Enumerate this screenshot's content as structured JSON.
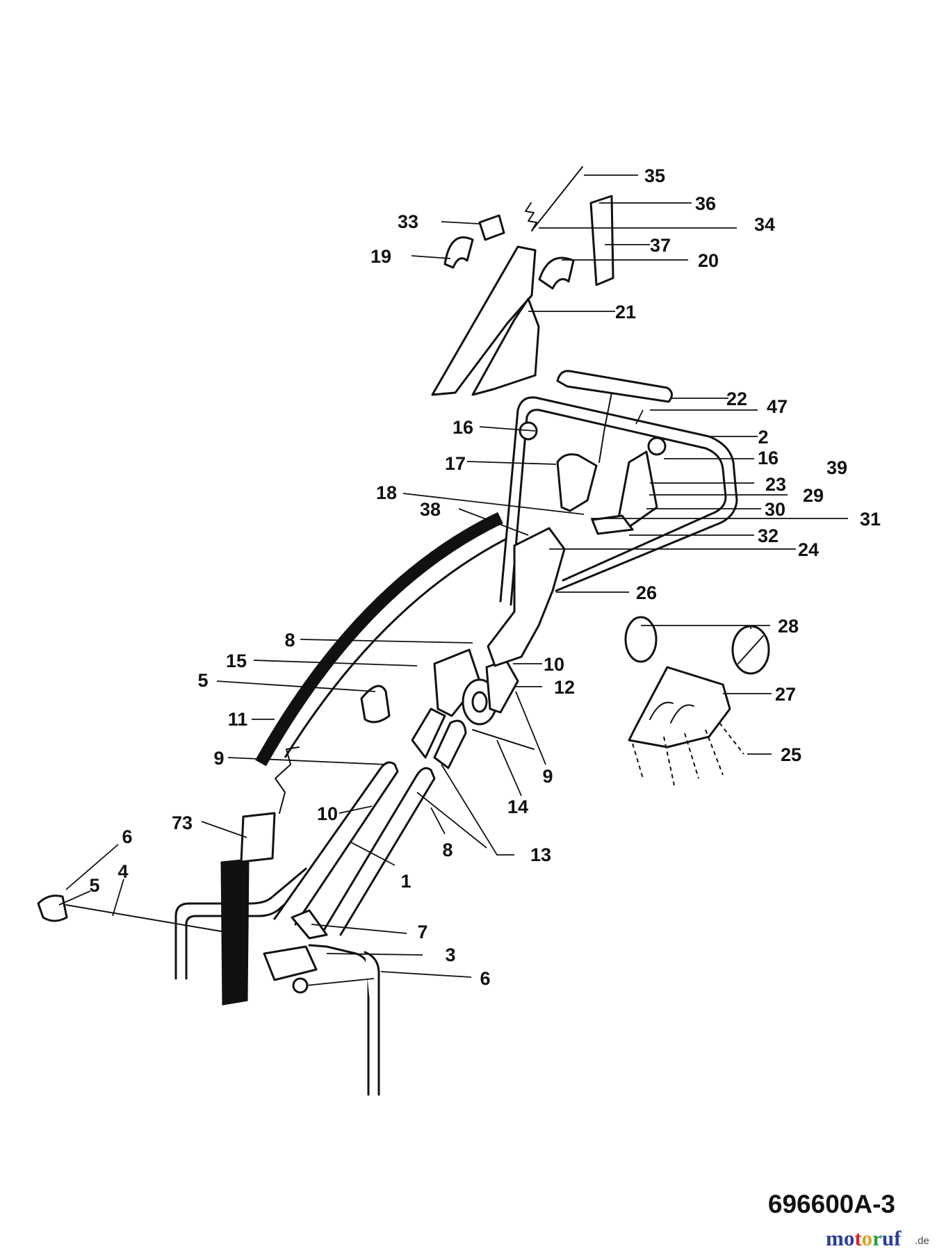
{
  "diagram": {
    "reference_number": "696600A-3",
    "brand": {
      "name": "motoruf",
      "suffix": ".de",
      "colors": [
        "#2a3f9e",
        "#d4262a",
        "#e0a21b",
        "#2a9e4a"
      ]
    },
    "callouts": [
      "35",
      "36",
      "33",
      "34",
      "37",
      "19",
      "20",
      "21",
      "22",
      "47",
      "16",
      "2",
      "16",
      "17",
      "39",
      "23",
      "18",
      "29",
      "38",
      "30",
      "31",
      "32",
      "24",
      "26",
      "28",
      "8",
      "10",
      "15",
      "12",
      "5",
      "27",
      "11",
      "9",
      "25",
      "9",
      "14",
      "10",
      "73",
      "8",
      "13",
      "6",
      "1",
      "4",
      "5",
      "7",
      "3",
      "6"
    ]
  }
}
